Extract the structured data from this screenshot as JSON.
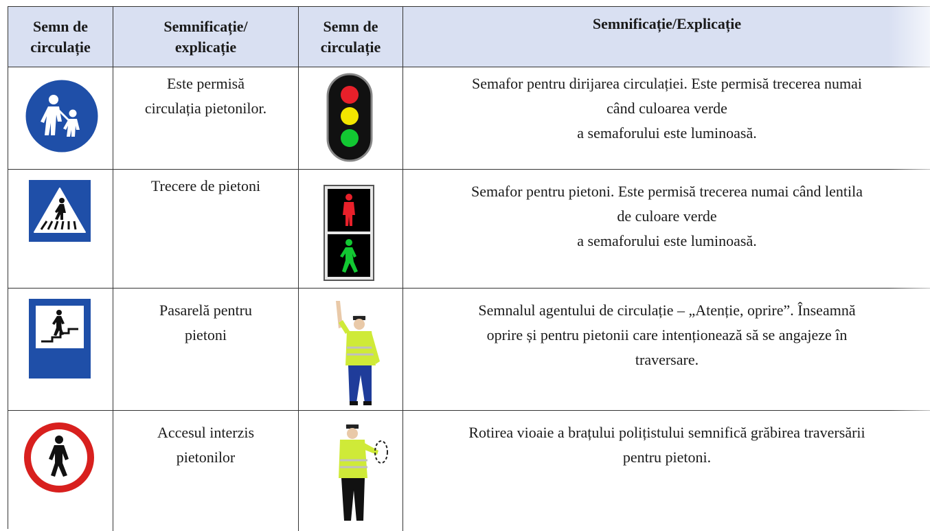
{
  "header": {
    "col1": [
      "Semn de",
      "circulație"
    ],
    "col2": [
      "Semnificație/",
      "explicație"
    ],
    "col3": [
      "Semn de",
      "circulație"
    ],
    "col4": "Semnificație/Explicație",
    "background": "#d9e0f2"
  },
  "rows": [
    {
      "sign_icon": "pedestrian-path-blue-round-sign",
      "meaning": [
        "Este permisă",
        "circulația pietonilor."
      ],
      "signal_icon": "traffic-light-three-color",
      "explanation": [
        "Semafor pentru dirijarea circulației. Este permisă trecerea numai",
        "când culoarea verde",
        "a semaforului este luminoasă."
      ]
    },
    {
      "sign_icon": "pedestrian-crossing-sign",
      "meaning": [
        "Trecere de pietoni"
      ],
      "signal_icon": "pedestrian-traffic-light",
      "explanation": [
        "Semafor pentru pietoni. Este permisă trecerea numai când lentila",
        "de culoare verde",
        "a semaforului este luminoasă."
      ]
    },
    {
      "sign_icon": "pedestrian-overpass-sign",
      "meaning": [
        "Pasarelă pentru",
        "pietoni"
      ],
      "signal_icon": "traffic-officer-arm-raised",
      "explanation": [
        "Semnalul agentului de circulație – „Atenție, oprire”. Înseamnă",
        "oprire și pentru pietonii care intenționează să se angajeze în",
        "traversare."
      ]
    },
    {
      "sign_icon": "no-pedestrians-sign",
      "meaning": [
        "Accesul interzis",
        "pietonilor"
      ],
      "signal_icon": "traffic-officer-rotating-arm",
      "explanation": [
        "Rotirea vioaie a brațului polițistului semnifică grăbirea traversării",
        "pentru pietoni."
      ]
    }
  ],
  "colors": {
    "sign_blue": "#1f4fa8",
    "sign_red": "#d8201e",
    "light_red": "#e8202a",
    "light_yellow": "#f2e600",
    "light_green": "#12c832",
    "vest_yellow": "#cfea38"
  }
}
